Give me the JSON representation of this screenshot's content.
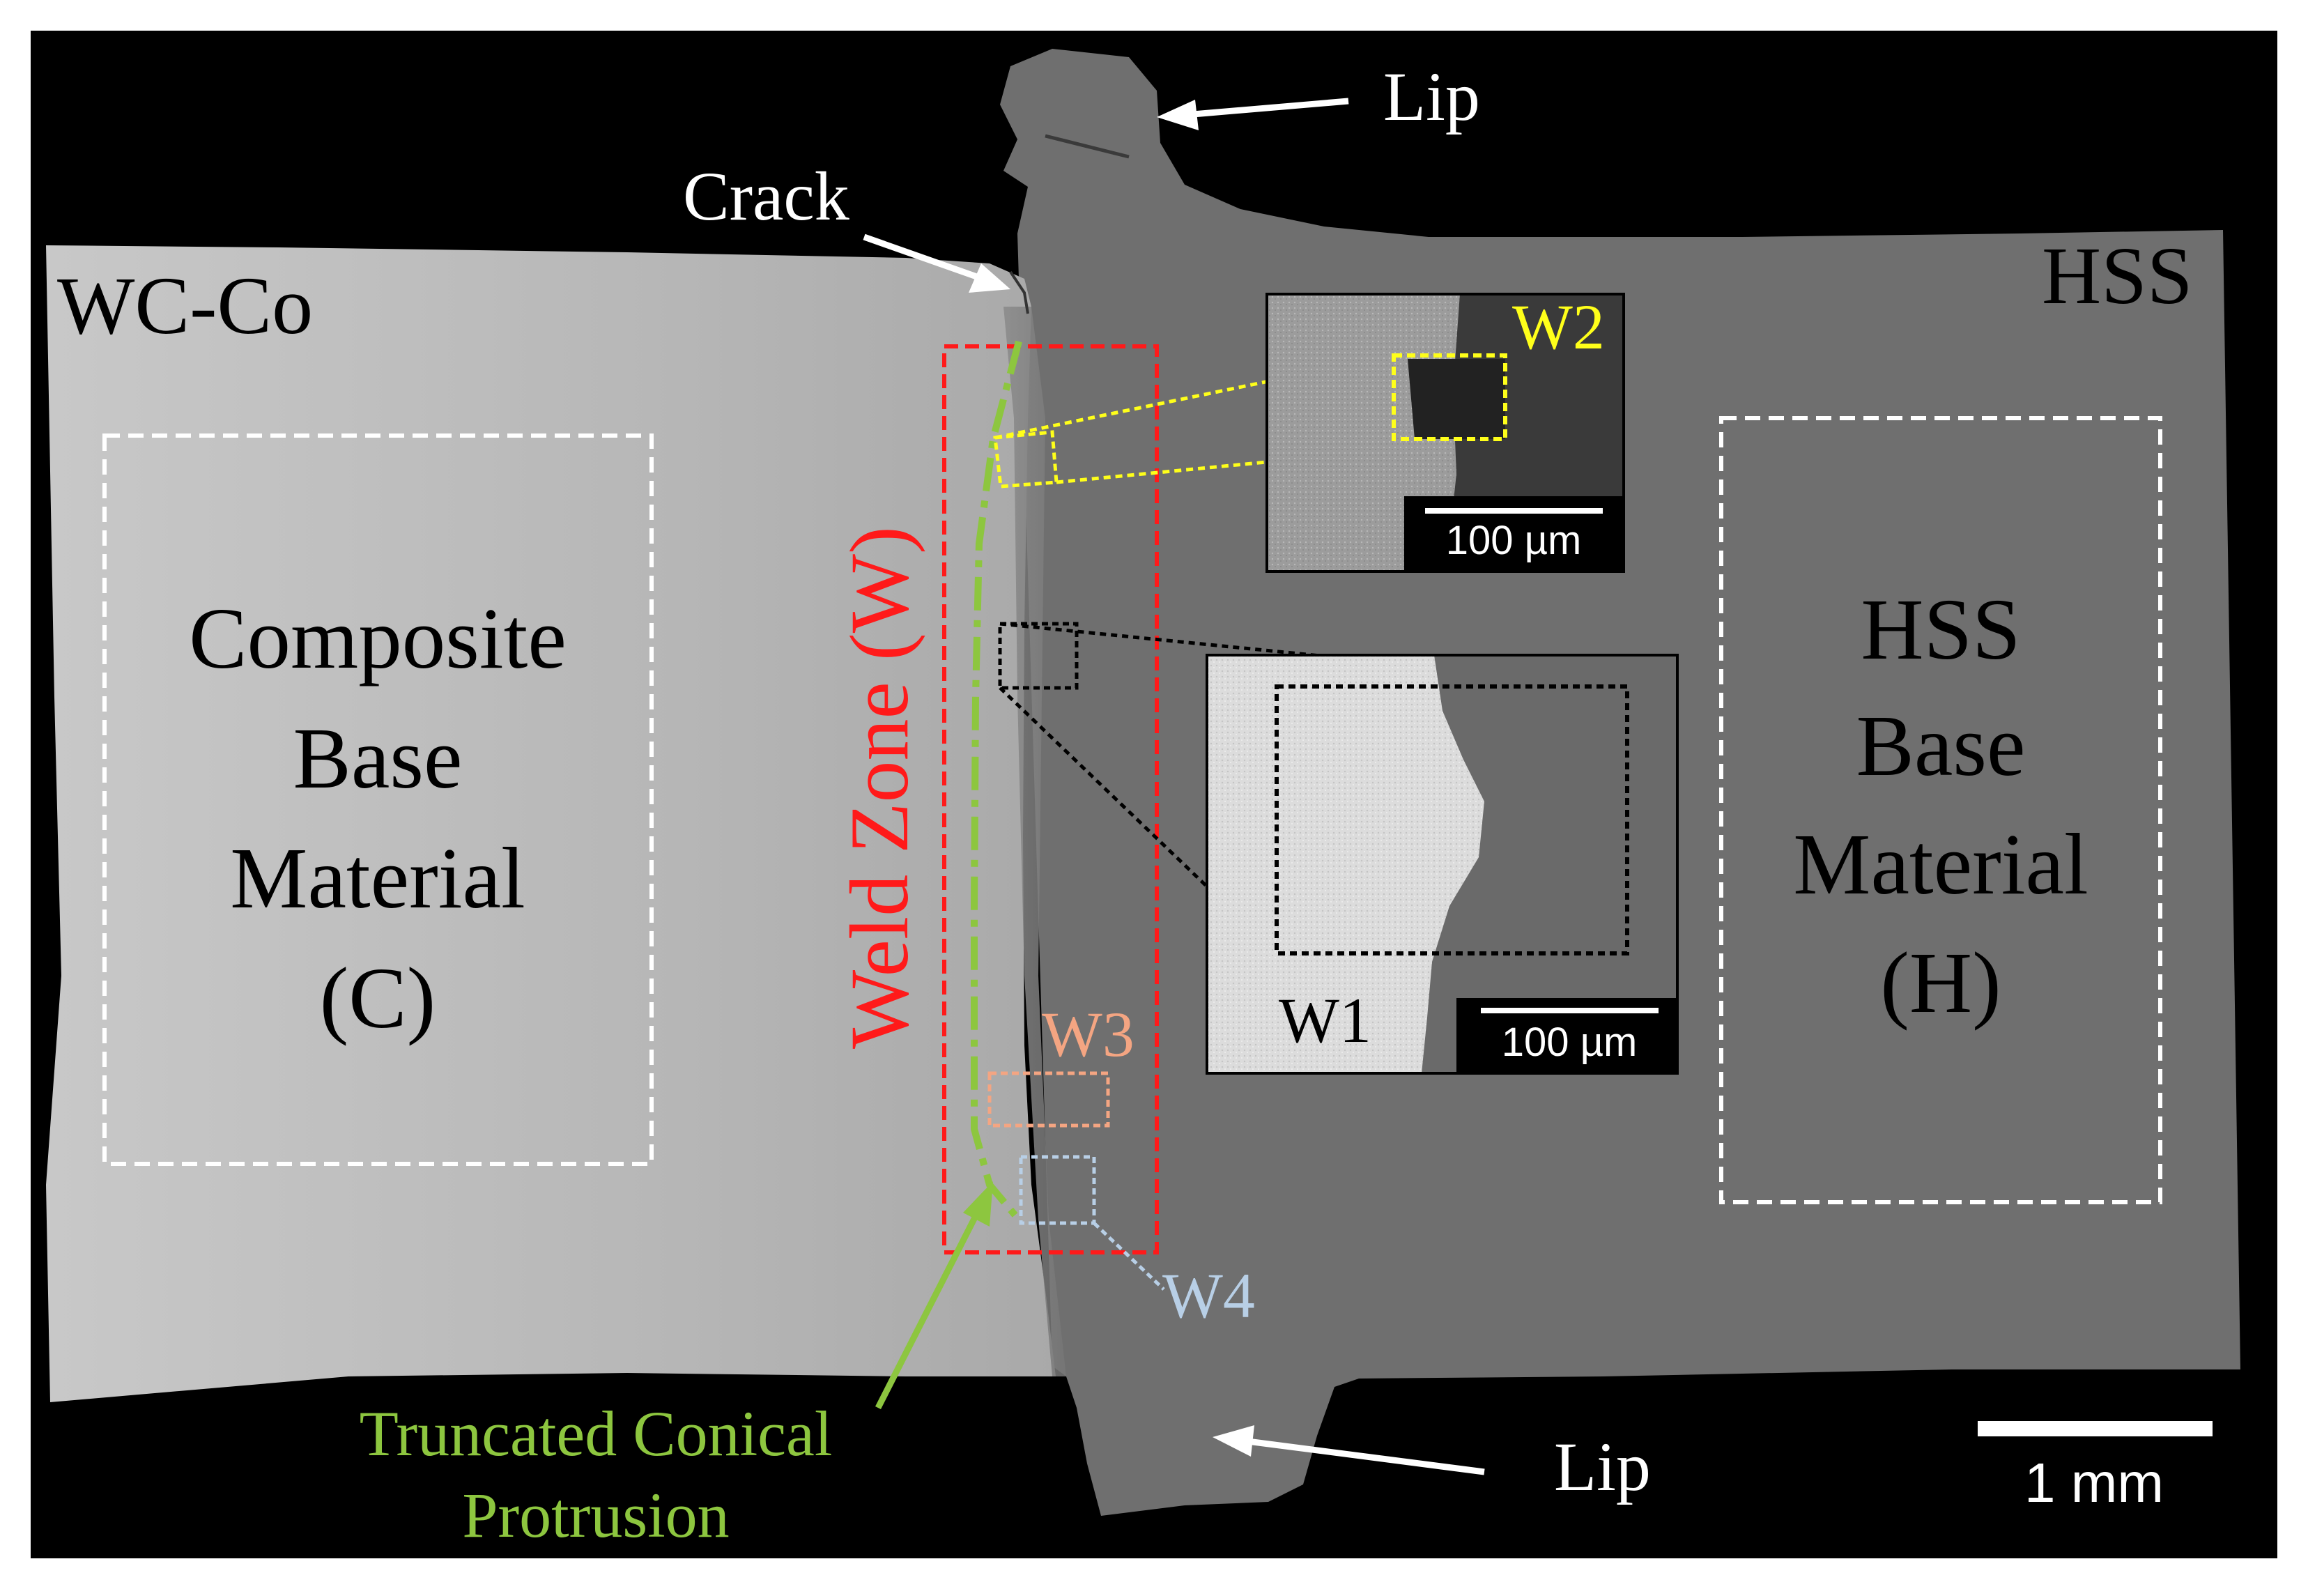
{
  "materials": {
    "left_label": "WC-Co",
    "right_label": "HSS"
  },
  "regions": {
    "composite": [
      "Composite",
      "Base",
      "Material",
      "(C)"
    ],
    "hss": [
      "HSS",
      "Base",
      "Material",
      "(H)"
    ],
    "weld_zone": "Weld Zone (W)"
  },
  "annotations": {
    "lip_top": "Lip",
    "lip_bottom": "Lip",
    "crack": "Crack",
    "protrusion_line1": "Truncated Conical",
    "protrusion_line2": "Protrusion",
    "w1": "W1",
    "w2": "W2",
    "w3": "W3",
    "w4": "W4"
  },
  "scale_bars": {
    "main": "1 mm",
    "inset_w2": "100 µm",
    "inset_w1": "100 µm"
  },
  "colors": {
    "background": "#000000",
    "wc_co": "#bdbdbd",
    "hss": "#707070",
    "weld_zone": "#ff1a1a",
    "w2": "#ffff1a",
    "w3": "#f4a582",
    "w4": "#b8cfe6",
    "protrusion": "#8dc63f",
    "region_boxes": "#ffffff"
  }
}
